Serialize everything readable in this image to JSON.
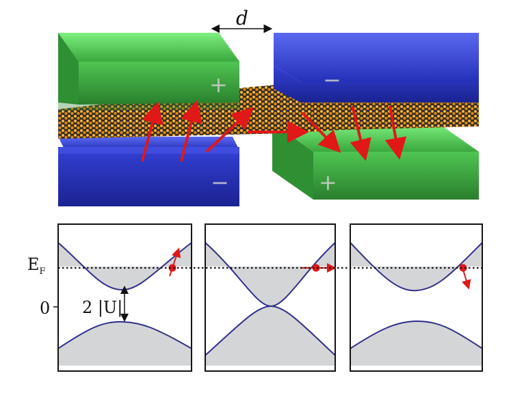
{
  "labels": {
    "gate_distance": "d",
    "fermi_level": "E",
    "fermi_level_sub": "F",
    "zero": "0",
    "gap": "2 |U|"
  },
  "gate_signs": {
    "top_left": "+",
    "bottom_left": "−",
    "top_right": "−",
    "bottom_right": "+"
  },
  "colors": {
    "positive_gate": "#56d85a",
    "negative_gate": "#2e3fd9",
    "atom": "#e8a020",
    "arrow": "#e01818",
    "band_line": "#2d2f8a",
    "band_fill": "#d4d5d7"
  }
}
